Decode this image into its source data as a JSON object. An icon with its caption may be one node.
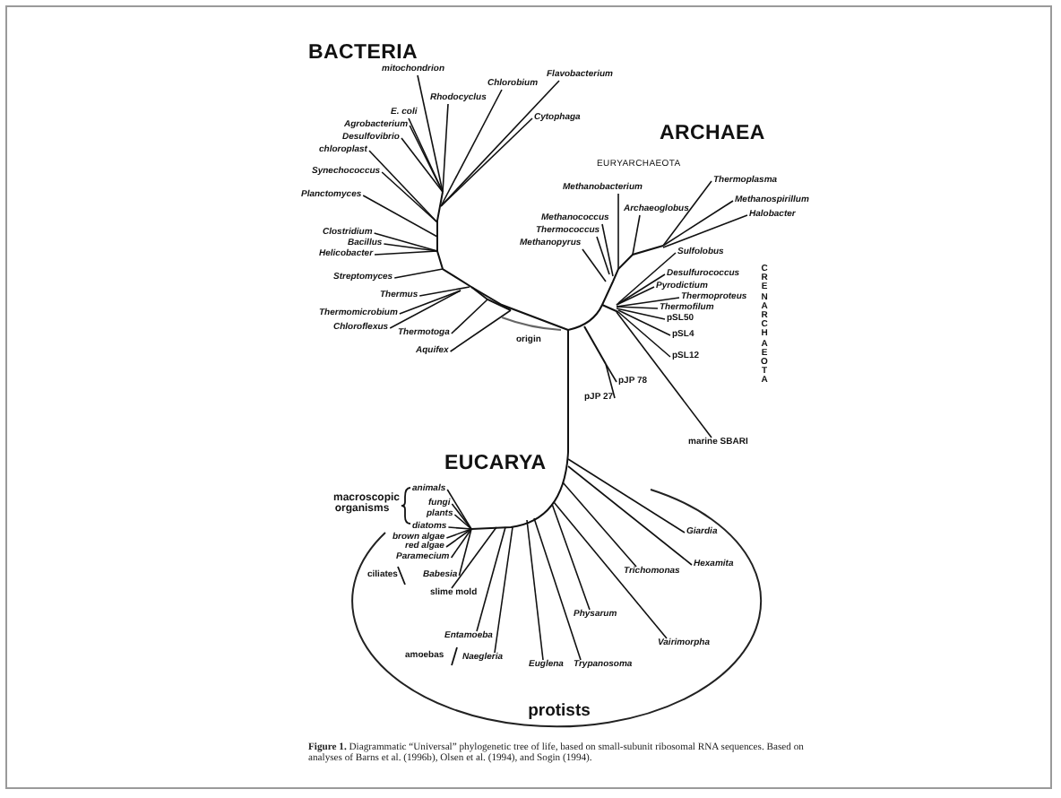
{
  "diagram": {
    "caption": "**Figure 1.** Diagrammatic “Universal” phylogenetic tree of life, based on small-subunit ribosomal RNA sequences. Based on analyses of Barns et al. (1996b), Olsen et al. (1994), and Sogin (1994).",
    "nodes": [
      {
        "text": [
          "protists"
        ]
      }
    ],
    "labels": [
      "BACTERIA",
      "mitochondrion",
      "Chlorobium",
      "Flavobacterium",
      "Rhodocyclus",
      "E. coli",
      "Cytophaga",
      "Agrobacterium",
      "Desulfovibrio",
      "chloroplast",
      "Synechococcus",
      "Planctomyces",
      "Clostridium",
      "Bacillus",
      "Helicobacter",
      "Streptomyces",
      "Thermus",
      "Thermomicrobium",
      "Chloroflexus",
      "Thermotoga",
      "Aquifex",
      "ARCHAEA",
      "EURYARCHAEOTA",
      "Methanobacterium",
      "Thermoplasma",
      "Methanospirillum",
      "Archaeoglobus",
      "Halobacter",
      "Methanococcus",
      "Thermococcus",
      "Methanopyrus",
      "Sulfolobus",
      "Desulfurococcus",
      "Pyrodictium",
      "Thermoproteus",
      "Thermofilum",
      "pSL50",
      "pSL4",
      "pSL12",
      "CRENARCHAEOTA",
      "origin",
      "pJP 78",
      "pJP 27",
      "marine SBARI",
      "EUCARYA",
      "macroscopic organisms",
      "animals",
      "fungi",
      "plants",
      "diatoms",
      "brown algae",
      "red algae",
      "Paramecium",
      "ciliates",
      "Babesia",
      "slime mold",
      "Entamoeba",
      "amoebas",
      "Naegleria",
      "Giardia",
      "Hexamita",
      "Trichomonas",
      "Physarum",
      "Vairimorpha",
      "Euglena",
      "Trypanosoma"
    ]
  }
}
